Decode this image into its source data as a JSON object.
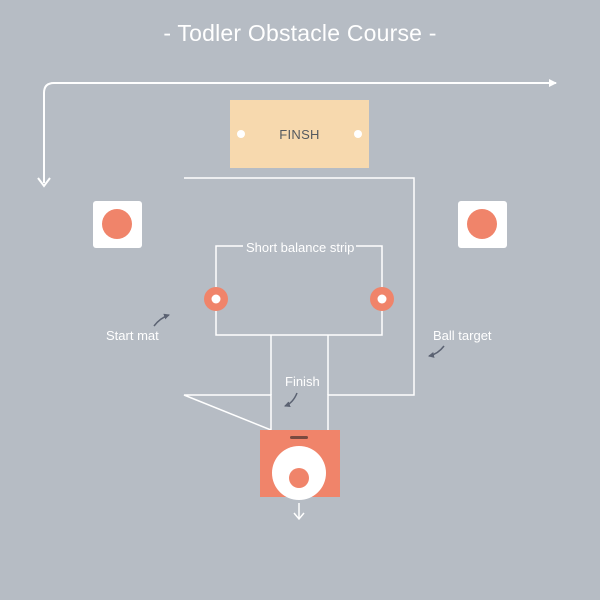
{
  "diagram": {
    "title": "- Todler Obstacle Course -",
    "finish_box_label": "FINSH",
    "labels": {
      "balance_strip": "Short balance strip",
      "start_mat": "Start mat",
      "ball_target": "Ball target",
      "finish": "Finish"
    },
    "colors": {
      "background": "#b6bcc4",
      "accent": "#f0846a",
      "finish_box": "#f7d9ae",
      "line": "#ffffff",
      "small_arrow": "#5b6272"
    },
    "icons": [
      "arrow-right-icon",
      "arrow-down-icon",
      "curved-arrow-icon",
      "target-icon",
      "ball-icon"
    ]
  }
}
